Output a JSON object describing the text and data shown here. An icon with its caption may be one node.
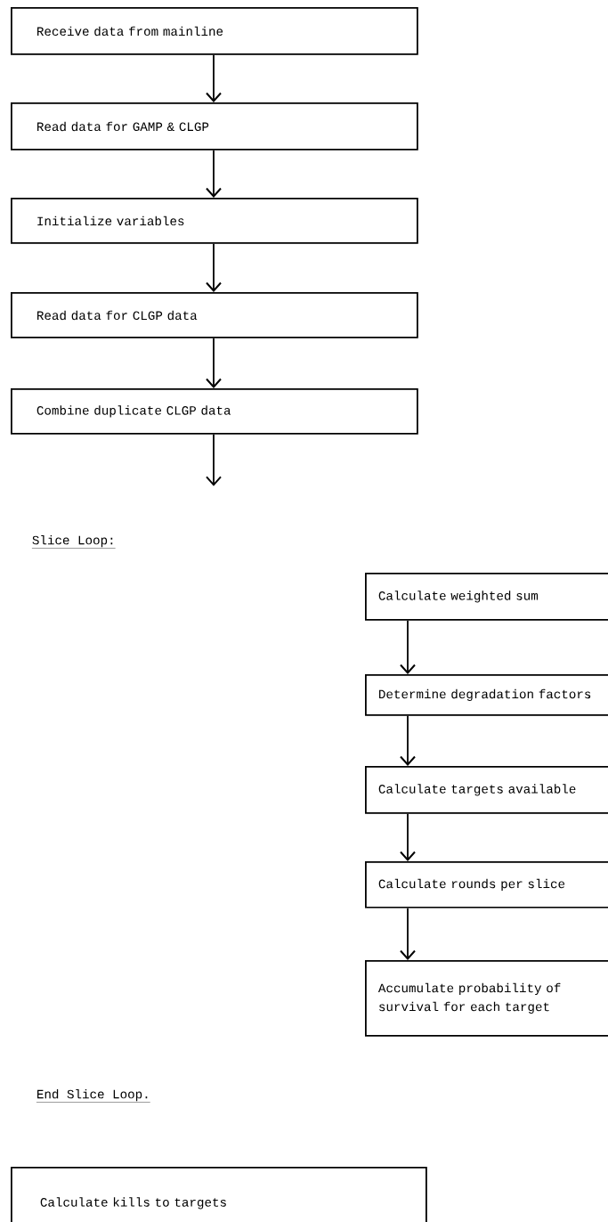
{
  "diagram": {
    "nodes": [
      {
        "text": [
          "Receive data from mainline"
        ]
      },
      {
        "text": [
          "Read data for GAMP & CLGP"
        ]
      },
      {
        "text": [
          "Initialize variables"
        ]
      },
      {
        "text": [
          "Read data for CLGP data"
        ]
      },
      {
        "text": [
          "Combine duplicate CLGP data"
        ]
      },
      {
        "text": [
          "Calculate weighted sum"
        ]
      },
      {
        "text": [
          "Determine degradation factors"
        ]
      },
      {
        "text": [
          "Calculate targets available"
        ]
      },
      {
        "text": [
          "Calculate rounds per slice"
        ]
      },
      {
        "text": [
          "Accumulate probability of survival for each target"
        ]
      },
      {
        "text": [
          "Calculate kills to targets"
        ]
      }
    ],
    "edges": [
      {
        "from": 0,
        "to": 1,
        "arrow": "to"
      },
      {
        "from": 1,
        "to": 2,
        "arrow": "to"
      },
      {
        "from": 2,
        "to": 3,
        "arrow": "to"
      },
      {
        "from": 3,
        "to": 4,
        "arrow": "to"
      },
      {
        "from": 4,
        "to": null,
        "arrow": "to"
      },
      {
        "from": 5,
        "to": 6,
        "arrow": "to"
      },
      {
        "from": 6,
        "to": 7,
        "arrow": "to"
      },
      {
        "from": 7,
        "to": 8,
        "arrow": "to"
      },
      {
        "from": 8,
        "to": 9,
        "arrow": "to"
      }
    ],
    "labels": [
      "Slice Loop:",
      "End Slice Loop."
    ]
  }
}
